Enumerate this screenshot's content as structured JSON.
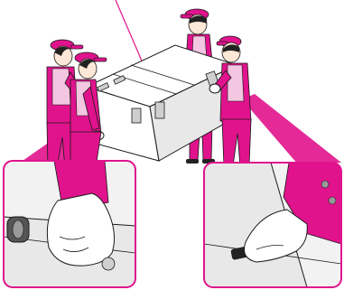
{
  "colors": {
    "accent": "#e0138c",
    "uniform_light": "#f3c6e1",
    "outline": "#1a1a1a",
    "box": "#ffffff",
    "box_shade": "#e8e8e8",
    "inset_bg": "#f2f2f2",
    "skin": "#fde7d6",
    "hair": "#222222",
    "glove": "#ffffff"
  },
  "icons": [
    "pointer-line",
    "appliance-box",
    "worker",
    "glove-hand",
    "foot-pad",
    "handle-grip"
  ]
}
